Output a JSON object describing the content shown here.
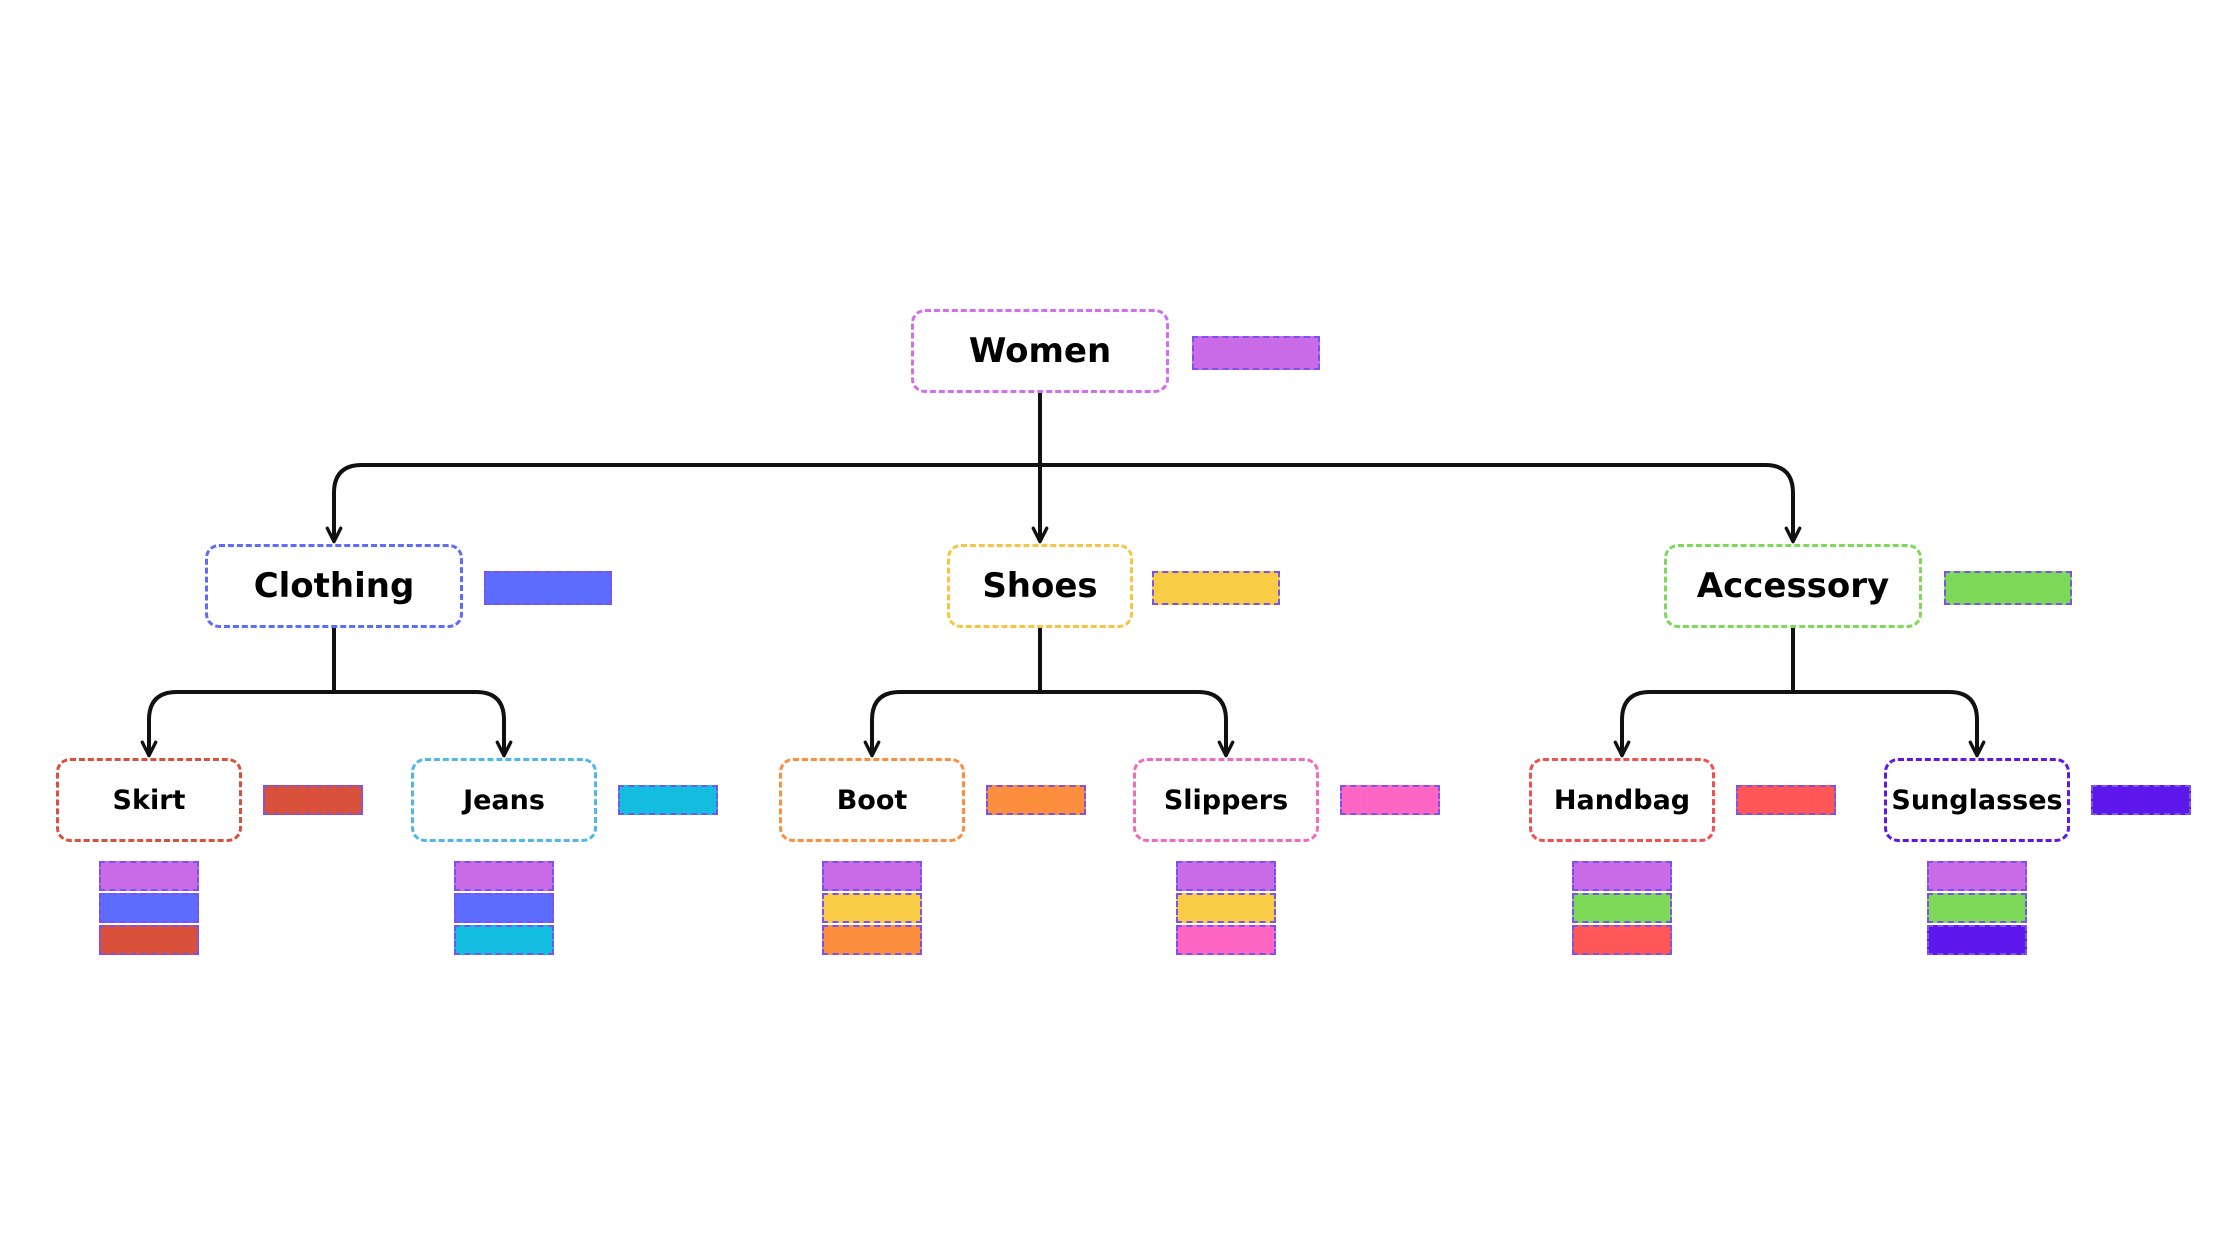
{
  "colors": {
    "edge": "#111111",
    "swatch_border": "#7b52f0"
  },
  "root": {
    "label": "Women",
    "color": "#c96ae6",
    "border": "#d46ef0"
  },
  "categories": [
    {
      "label": "Clothing",
      "color": "#5b6cff",
      "border": "#5b6cff",
      "children": [
        {
          "label": "Skirt",
          "color": "#d9513b",
          "border": "#d9513b",
          "tags": [
            "#c96ae6",
            "#5b6cff",
            "#d9513b"
          ]
        },
        {
          "label": "Jeans",
          "color": "#12bde0",
          "border": "#4fb8e6",
          "tags": [
            "#c96ae6",
            "#5b6cff",
            "#12bde0"
          ]
        }
      ]
    },
    {
      "label": "Shoes",
      "color": "#f8cc45",
      "border": "#f5c642",
      "children": [
        {
          "label": "Boot",
          "color": "#fd8e3d",
          "border": "#fd8e3d",
          "tags": [
            "#c96ae6",
            "#f8cc45",
            "#fd8e3d"
          ]
        },
        {
          "label": "Slippers",
          "color": "#ff66c4",
          "border": "#f26ac0",
          "tags": [
            "#c96ae6",
            "#f8cc45",
            "#ff66c4"
          ]
        }
      ]
    },
    {
      "label": "Accessory",
      "color": "#7dd957",
      "border": "#7dd957",
      "children": [
        {
          "label": "Handbag",
          "color": "#ff5757",
          "border": "#f05050",
          "tags": [
            "#c96ae6",
            "#7dd957",
            "#ff5757"
          ]
        },
        {
          "label": "Sunglasses",
          "color": "#5e17eb",
          "border": "#5e17eb",
          "tags": [
            "#c96ae6",
            "#7dd957",
            "#5e17eb"
          ]
        }
      ]
    }
  ]
}
